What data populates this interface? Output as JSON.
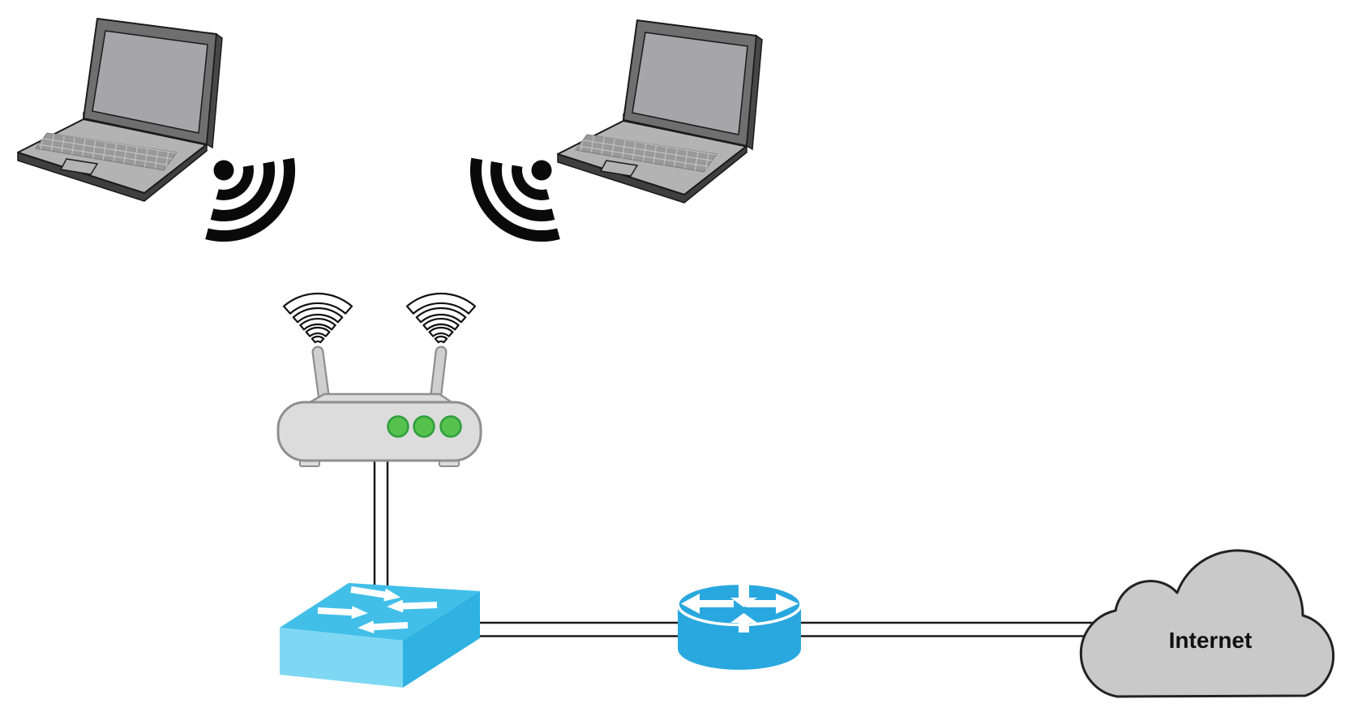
{
  "diagram": {
    "internet_label": "Internet",
    "background_color": "#ffffff",
    "devices": [
      {
        "id": "laptop-1",
        "type": "laptop",
        "wireless": true
      },
      {
        "id": "laptop-2",
        "type": "laptop",
        "wireless": true
      },
      {
        "id": "wireless-router",
        "type": "wireless-access-point",
        "antennas": 2,
        "wifi_signal_fans": 2,
        "status_leds": 3
      },
      {
        "id": "switch",
        "type": "lan-switch",
        "top_arrows": 4
      },
      {
        "id": "router",
        "type": "router",
        "top_arrows": 4
      },
      {
        "id": "internet-cloud",
        "type": "cloud",
        "label": "Internet"
      }
    ],
    "connections": [
      {
        "from": "laptop-1",
        "to": "wireless-router",
        "style": "wireless-signal"
      },
      {
        "from": "laptop-2",
        "to": "wireless-router",
        "style": "wireless-signal"
      },
      {
        "from": "wireless-router",
        "to": "switch",
        "style": "double-line-cable"
      },
      {
        "from": "switch",
        "to": "router",
        "style": "double-line-cable"
      },
      {
        "from": "router",
        "to": "internet-cloud",
        "style": "double-line-cable"
      }
    ],
    "colors": {
      "switch_top": "#41BFE9",
      "switch_front": "#7ED8F3",
      "switch_side": "#2FB1E2",
      "router_blue": "#29A8DF",
      "cloud_fill": "#C9C9C9",
      "cloud_stroke": "#222222",
      "led_green": "#57C14D",
      "led_stroke": "#2E9E3C",
      "access_point_gray": "#DCDCDC",
      "access_point_stroke": "#8F8F8F",
      "cable_line": "#1A1A1A",
      "signal_black": "#0A0A0A",
      "laptop_gray": "#B3B3B3"
    }
  }
}
